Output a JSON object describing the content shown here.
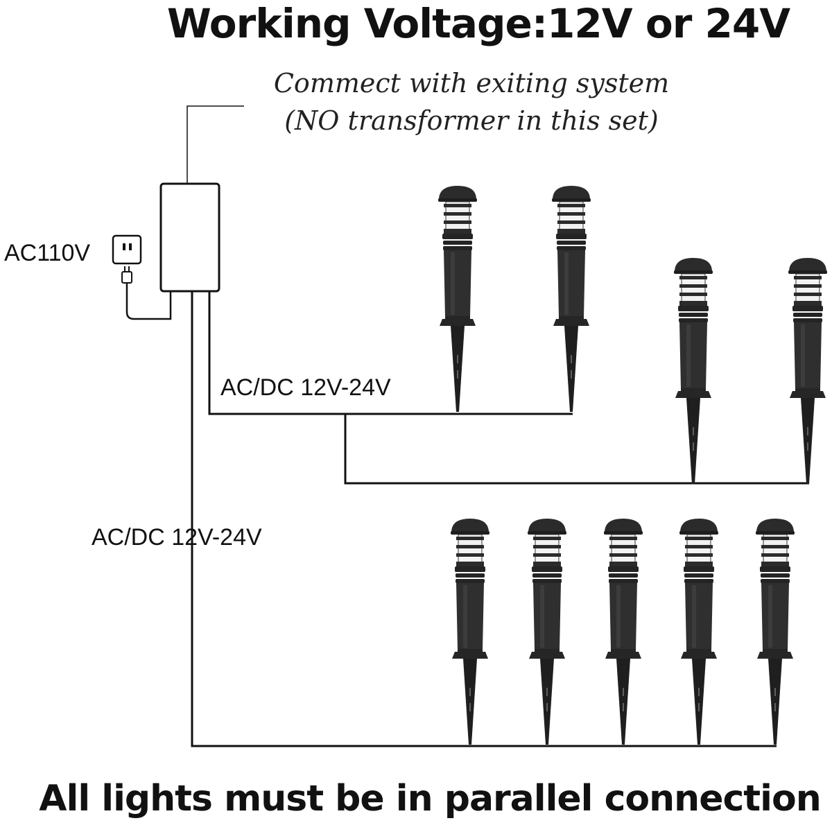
{
  "title": "Working Voltage:12V or 24V",
  "note": {
    "line1": "Commect with exiting system",
    "line2": "(NO transformer in this set)"
  },
  "labels": {
    "mains": "AC110V",
    "branch_top": "AC/DC 12V-24V",
    "branch_bottom": "AC/DC 12V-24V"
  },
  "footer": "All lights must be in parallel connection",
  "icons": {
    "transformer": "transformer-box-icon",
    "outlet": "wall-outlet-icon",
    "plug": "plug-icon",
    "light": "pathway-light-icon"
  },
  "colors": {
    "light_body": "#2b2b2b",
    "wire": "#111111"
  }
}
